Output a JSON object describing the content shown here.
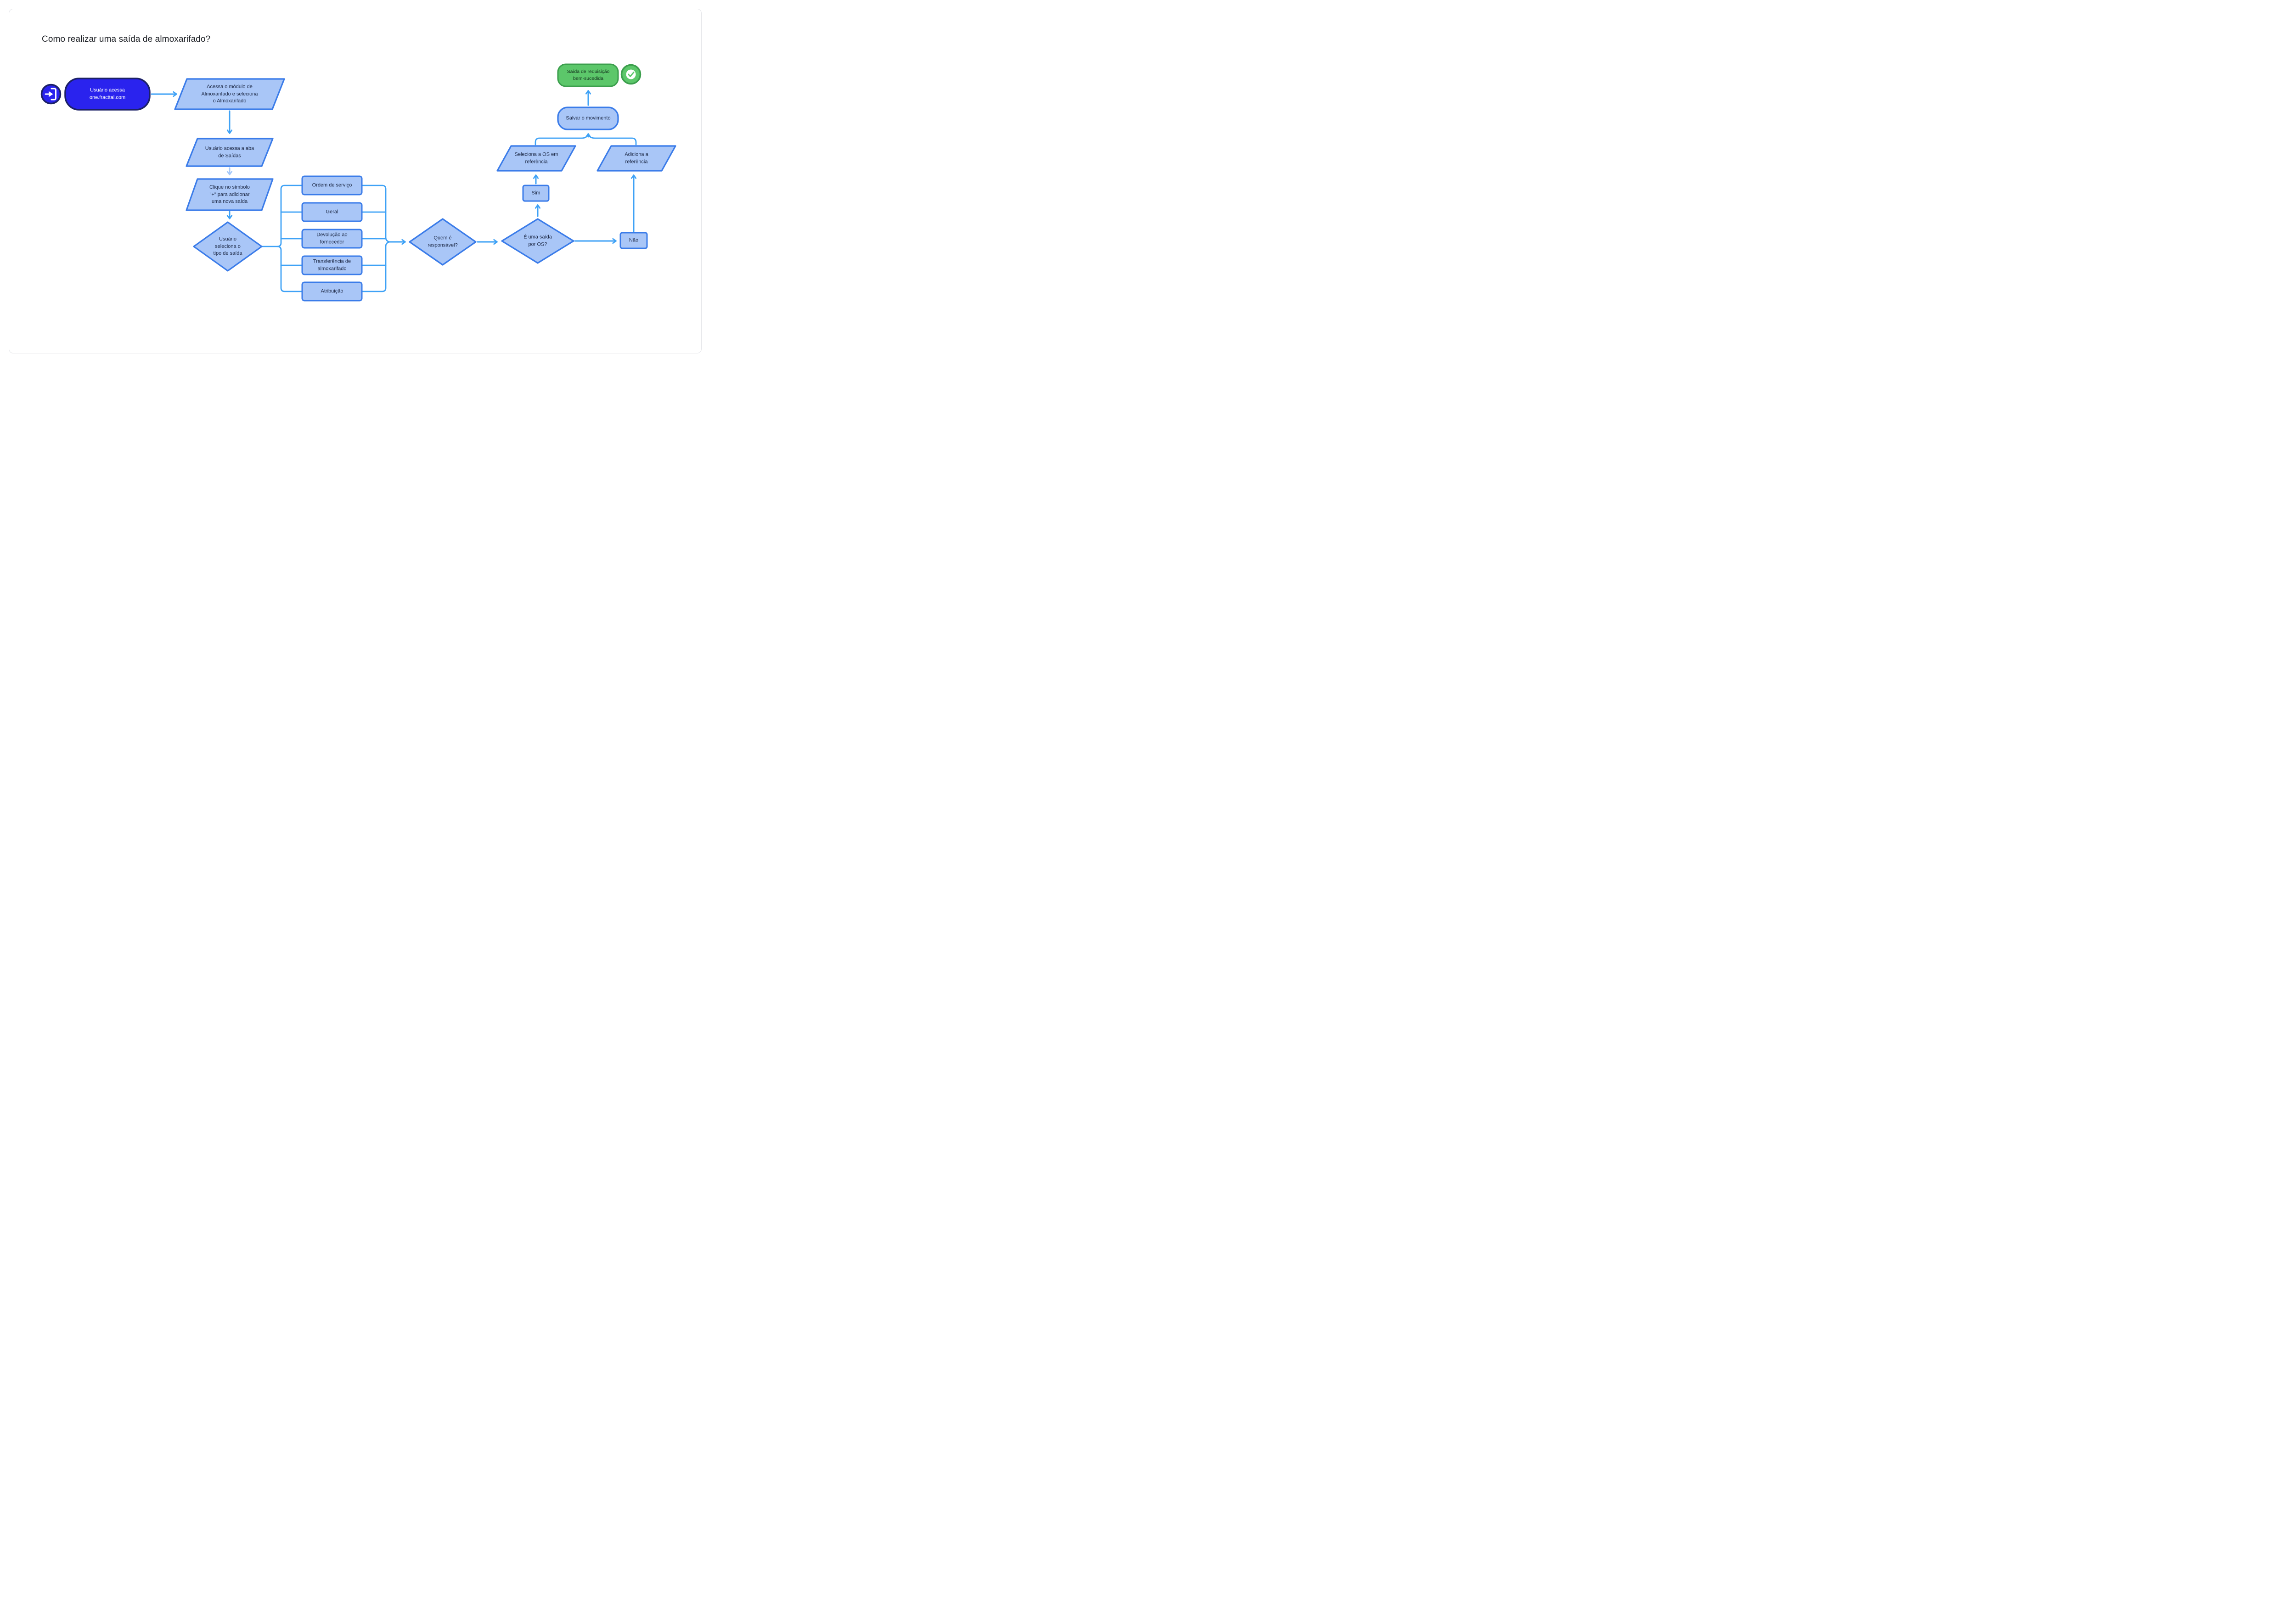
{
  "page": {
    "title": "Como realizar uma saída de almoxarifado?"
  },
  "palette": {
    "node_fill": "#A9C6F7",
    "node_stroke": "#3B7CE9",
    "connector": "#3FA2F6",
    "connector_light": "#A6C9FA",
    "start_fill": "#2A23EE",
    "start_stroke": "#1C2167",
    "success_fill": "#5CC76A",
    "success_stroke": "#3C9F4D",
    "label_text": "#1E2A47",
    "card_border": "#E4E5E9"
  },
  "icons": {
    "login": "login-icon",
    "check": "check-icon"
  },
  "nodes": {
    "start": {
      "label": "Usuário acessa\none.fracttal.com"
    },
    "access_module": {
      "label": "Acessa o módulo de\nAlmoxarifado e seleciona\no Almoxarifado"
    },
    "access_tab": {
      "label": "Usuário acessa a aba\nde Saídas"
    },
    "click_plus": {
      "label": "Clique no símbolo\n\"+\" para adicionar\numa nova saída"
    },
    "select_type": {
      "label": "Usuário\nseleciona o\ntipo de saída"
    },
    "opt_service_order": {
      "label": "Ordem de serviço"
    },
    "opt_general": {
      "label": "Geral"
    },
    "opt_return_supplier": {
      "label": "Devolução ao\nfornecedor"
    },
    "opt_transfer": {
      "label": "Transferência de\nalmoxarifado"
    },
    "opt_assignment": {
      "label": "Atribuição"
    },
    "who_responsible": {
      "label": "Quem é\nresponsável?"
    },
    "is_os_exit": {
      "label": "É uma saída\npor OS?"
    },
    "yes": {
      "label": "Sim"
    },
    "no": {
      "label": "Não"
    },
    "select_os_ref": {
      "label": "Seleciona a OS em\nreferência"
    },
    "add_ref": {
      "label": "Adiciona a\nreferência"
    },
    "save_movement": {
      "label": "Salvar o movimento"
    },
    "success": {
      "label": "Saída de requisição\nbem-sucedida"
    }
  }
}
